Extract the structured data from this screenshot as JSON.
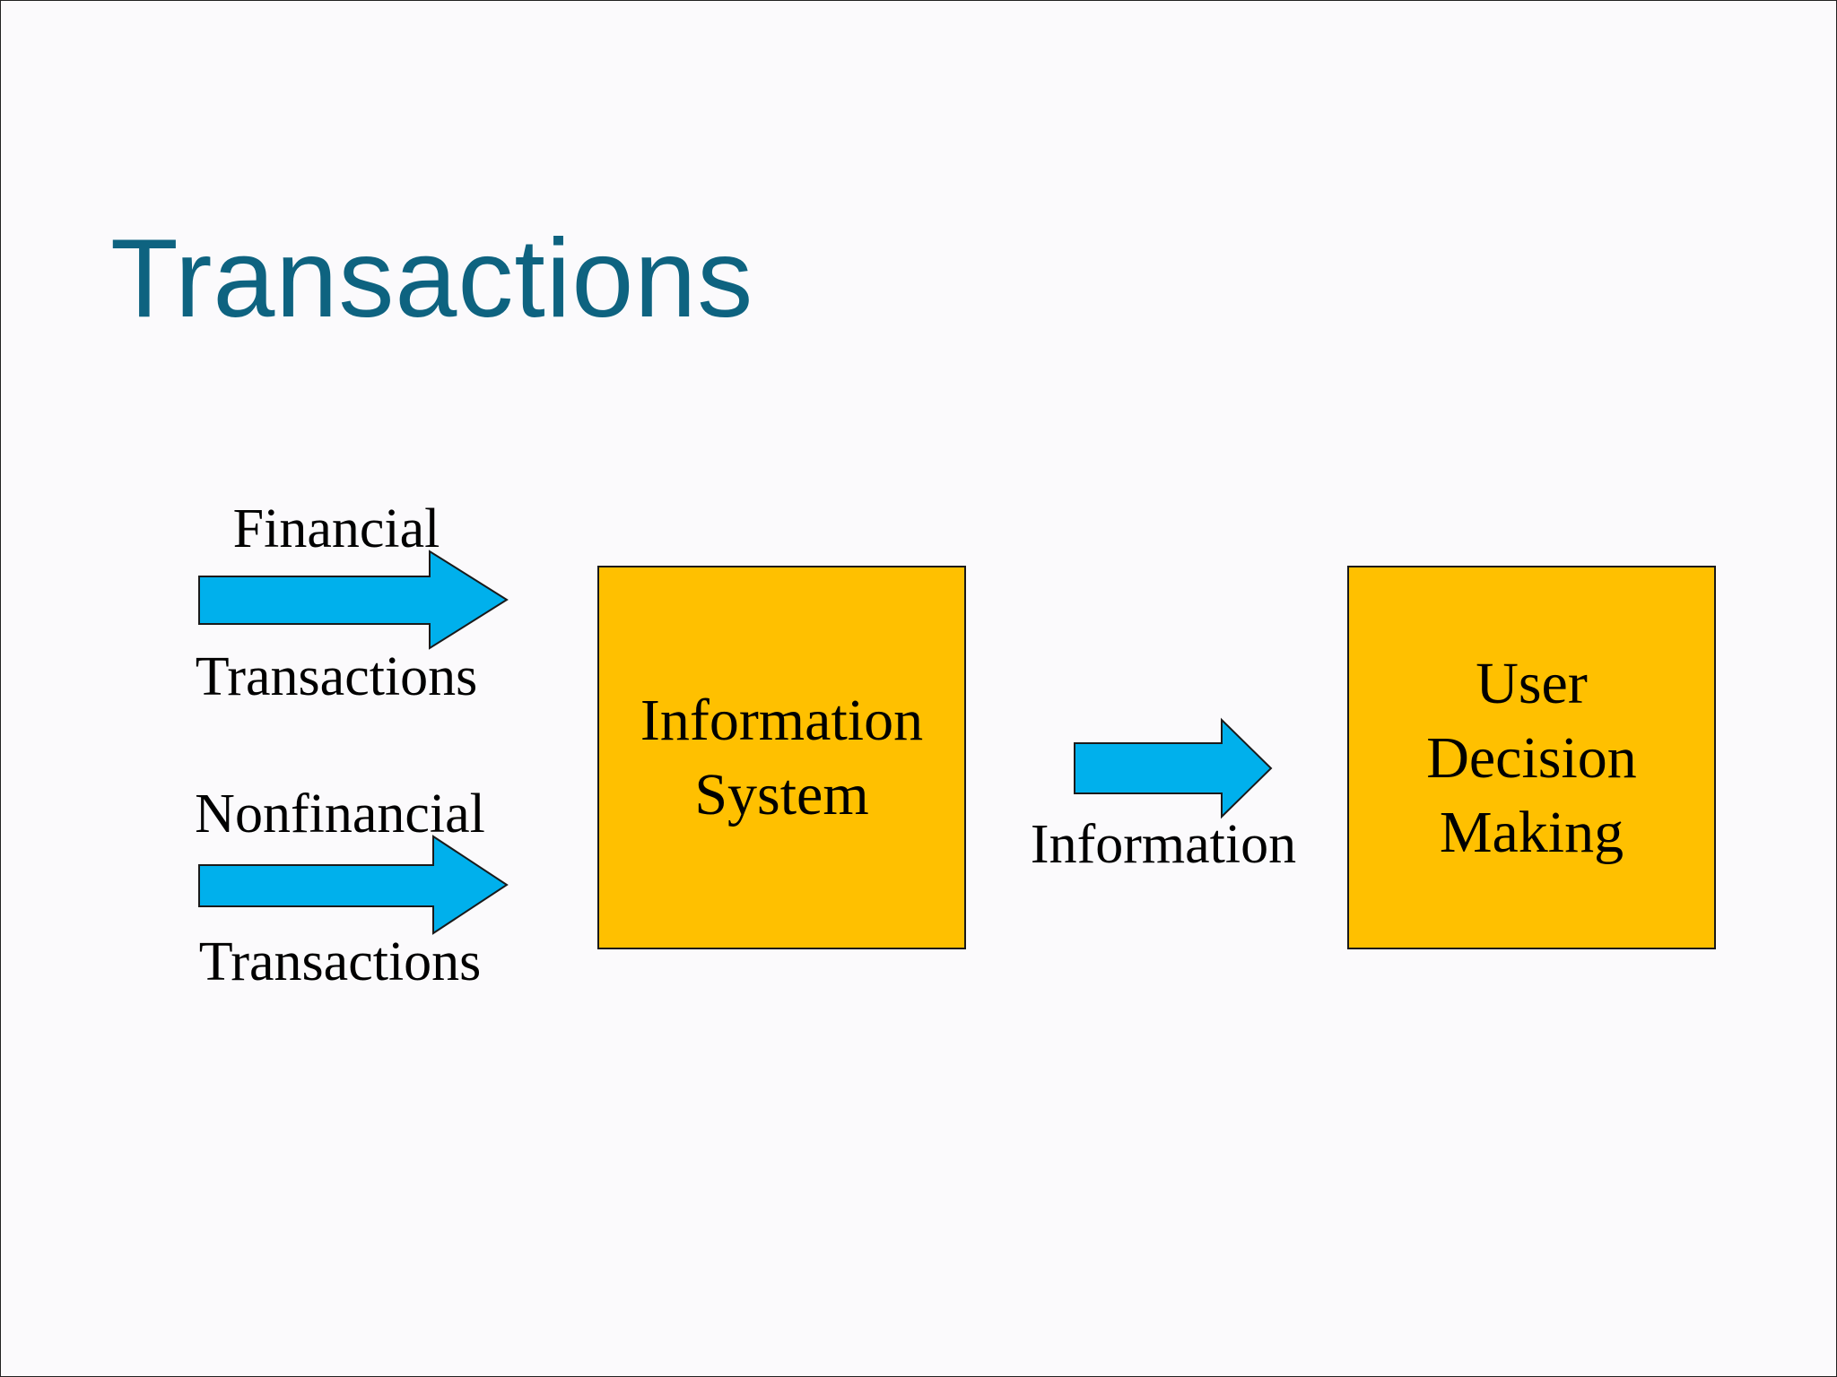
{
  "slide": {
    "title": "Transactions"
  },
  "inputs": {
    "financial": {
      "top_label": "Financial",
      "bottom_label": "Transactions"
    },
    "nonfinancial": {
      "top_label": "Nonfinancial",
      "bottom_label": "Transactions"
    }
  },
  "information_system": {
    "lines": [
      "Information",
      "System"
    ]
  },
  "output": {
    "label": "Information"
  },
  "user_decision": {
    "lines": [
      "User",
      "Decision",
      "Making"
    ]
  },
  "colors": {
    "title": "#0e6380",
    "arrow_fill": "#00b0ec",
    "box_fill": "#ffc000",
    "outline": "#1a1a1a"
  }
}
